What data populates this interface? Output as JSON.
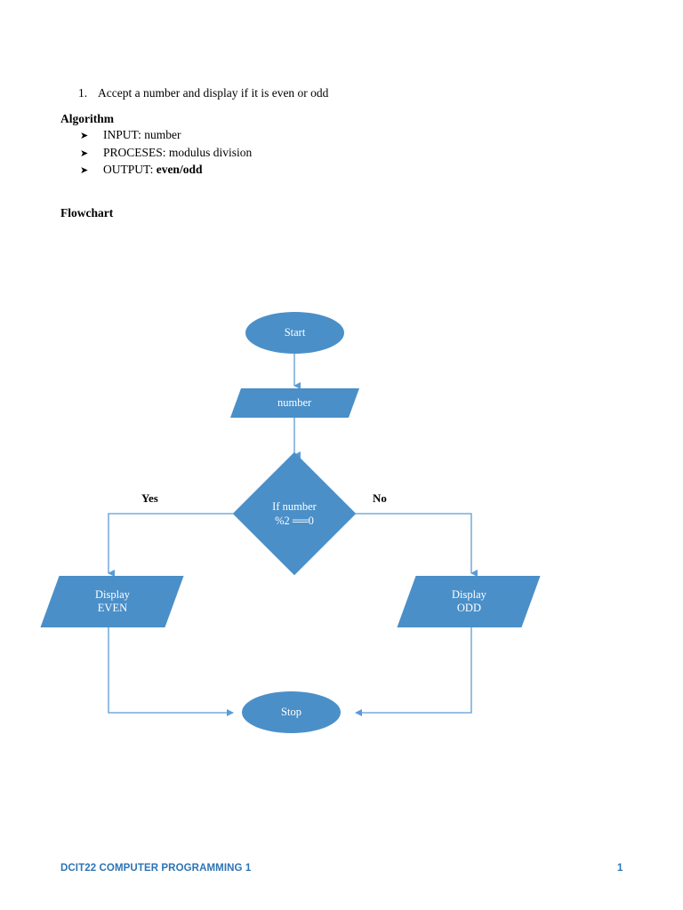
{
  "document": {
    "problem": {
      "number": "1.",
      "text": "Accept a number and display if it is even or odd"
    },
    "algorithm": {
      "heading": "Algorithm",
      "bullet_glyph": "➤",
      "items": [
        {
          "label": "INPUT:",
          "value": "number",
          "bold_value": false
        },
        {
          "label": "PROCESES:",
          "value": "modulus division",
          "bold_value": false
        },
        {
          "label": "OUTPUT:",
          "value": "even/odd",
          "bold_value": true
        }
      ]
    },
    "flowchart_heading": "Flowchart"
  },
  "flowchart": {
    "colors": {
      "shape_fill": "#4a8fc8",
      "connector": "#5b9bd5",
      "shape_text": "#ffffff",
      "label_text": "#000000"
    },
    "nodes": {
      "start": {
        "label": "Start",
        "type": "terminator"
      },
      "input": {
        "label": "number",
        "type": "io"
      },
      "decision": {
        "line1": "If number",
        "line2": "%2 ══0",
        "type": "decision"
      },
      "output_even": {
        "line1": "Display",
        "line2": "EVEN",
        "type": "io"
      },
      "output_odd": {
        "line1": "Display",
        "line2": "ODD",
        "type": "io"
      },
      "stop": {
        "label": "Stop",
        "type": "terminator"
      }
    },
    "branches": {
      "yes_label": "Yes",
      "no_label": "No"
    }
  },
  "footer": {
    "course": "DCIT22 COMPUTER PROGRAMMING 1",
    "page_number": "1"
  }
}
